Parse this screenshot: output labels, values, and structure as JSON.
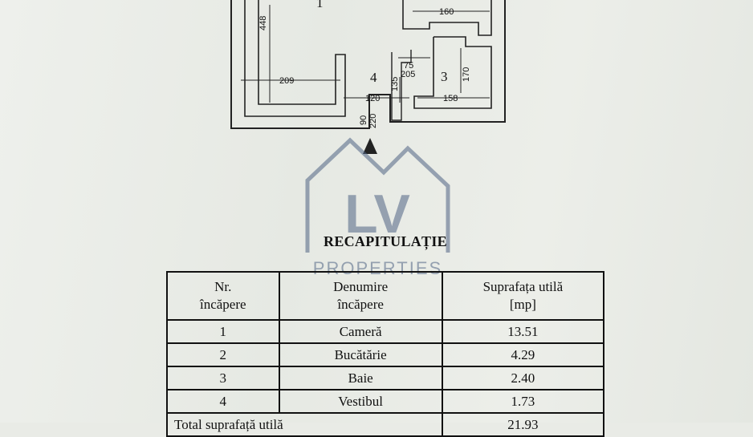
{
  "plan": {
    "rooms": [
      {
        "number": "1"
      },
      {
        "number": "4"
      },
      {
        "number": "3"
      }
    ],
    "dimensions": {
      "d448": "448",
      "d209": "209",
      "d160": "160",
      "d75": "75",
      "d205": "205",
      "d170": "170",
      "d135": "135",
      "d120": "120",
      "d158": "158",
      "d90": "90",
      "d220": "220"
    }
  },
  "watermark": {
    "logo_letters": "LV",
    "text": "PROPERTIES"
  },
  "recap": {
    "title": "RECAPITULAȚIE",
    "headers": {
      "nr_line1": "Nr.",
      "nr_line2": "încăpere",
      "name_line1": "Denumire",
      "name_line2": "încăpere",
      "area_line1": "Suprafața utilă",
      "area_line2": "[mp]"
    },
    "rows": [
      {
        "nr": "1",
        "name": "Cameră",
        "area": "13.51"
      },
      {
        "nr": "2",
        "name": "Bucătărie",
        "area": "4.29"
      },
      {
        "nr": "3",
        "name": "Baie",
        "area": "2.40"
      },
      {
        "nr": "4",
        "name": "Vestibul",
        "area": "1.73"
      }
    ],
    "total_label": "Total suprafață utilă",
    "total_value": "21.93"
  }
}
